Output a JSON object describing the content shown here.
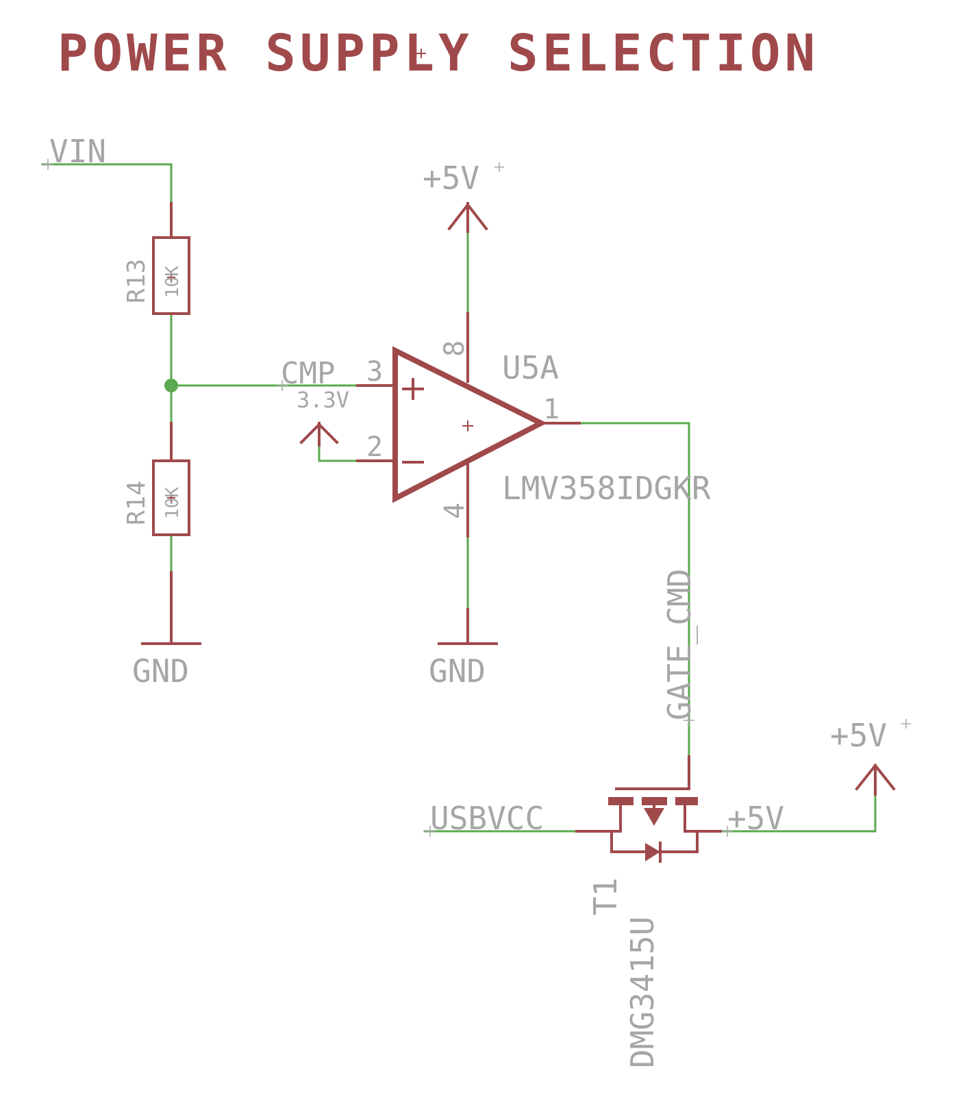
{
  "title": "POWER SUPPLY SELECTION",
  "nets": {
    "vin": "VIN",
    "cmp": "CMP",
    "gate_cmd": "GATE_CMD",
    "usbvcc": "USBVCC",
    "plus5v_net": "+5V"
  },
  "supplies": {
    "plus5v_top": "+5V",
    "plus5v_right": "+5V",
    "ref_3v3": "3.3V",
    "gnd_left": "GND",
    "gnd_mid": "GND"
  },
  "resistors": [
    {
      "name": "R13",
      "value": "10K"
    },
    {
      "name": "R14",
      "value": "10K"
    }
  ],
  "opamp": {
    "name": "U5A",
    "part": "LMV358IDGKR",
    "pins": {
      "noninv": "3",
      "inv": "2",
      "out": "1",
      "vcc": "8",
      "gnd": "4"
    },
    "plus_sign": "+",
    "minus_sign": "−"
  },
  "mosfet": {
    "name": "T1",
    "part": "DMG3415U"
  },
  "colors": {
    "wire": "#5aa94e",
    "part": "#a0494b",
    "label": "#a6a6a6"
  }
}
